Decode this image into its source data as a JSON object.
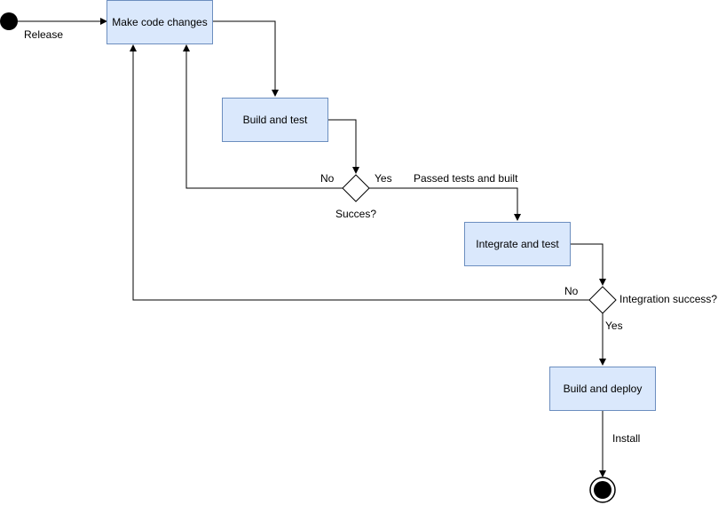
{
  "diagram": {
    "start_label": "Release",
    "nodes": {
      "make_changes": "Make code changes",
      "build_test": "Build and test",
      "integrate_test": "Integrate and test",
      "build_deploy": "Build and deploy"
    },
    "decisions": {
      "success": "Succes?",
      "integration_success": "Integration success?"
    },
    "edge_labels": {
      "no_1": "No",
      "yes_1": "Yes",
      "passed": "Passed tests and built",
      "no_2": "No",
      "yes_2": "Yes",
      "install": "Install"
    },
    "colors": {
      "node_fill": "#dae8fc",
      "node_border": "#6c8ebf",
      "line": "#000000"
    }
  }
}
